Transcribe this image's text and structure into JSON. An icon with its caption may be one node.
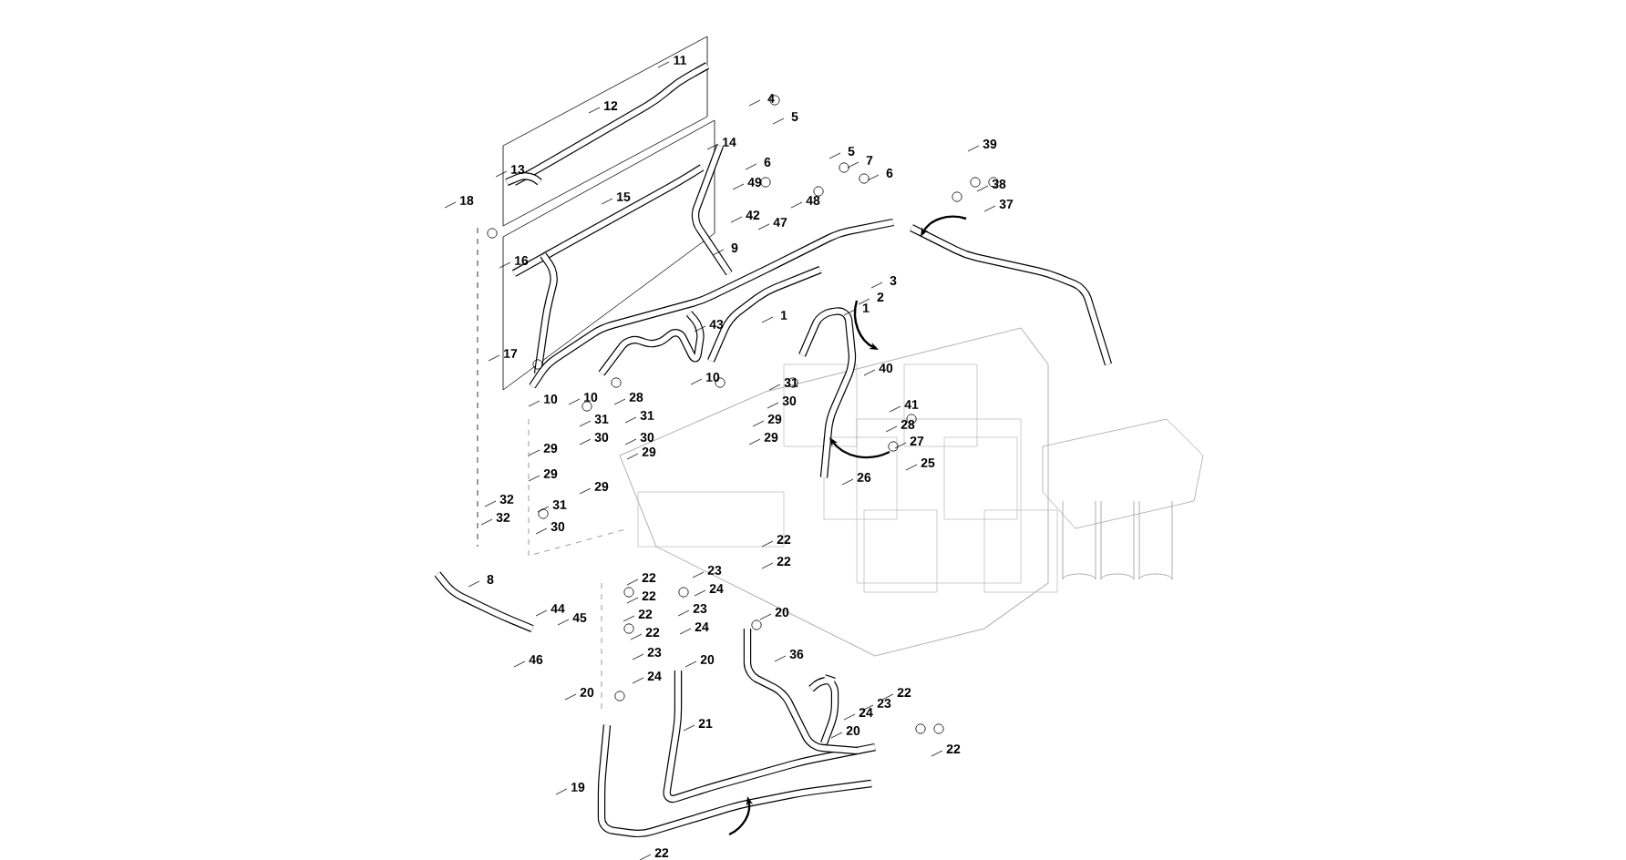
{
  "diagram": {
    "labels": [
      "11",
      "12",
      "4",
      "5",
      "14",
      "6",
      "5",
      "7",
      "6",
      "13",
      "49",
      "48",
      "15",
      "18",
      "42",
      "47",
      "39",
      "38",
      "37",
      "16",
      "9",
      "3",
      "2",
      "1",
      "1",
      "43",
      "17",
      "40",
      "10",
      "10",
      "28",
      "10",
      "31",
      "30",
      "41",
      "31",
      "31",
      "28",
      "30",
      "30",
      "29",
      "27",
      "29",
      "29",
      "29",
      "25",
      "29",
      "29",
      "26",
      "32",
      "31",
      "32",
      "30",
      "8",
      "22",
      "22",
      "23",
      "22",
      "24",
      "22",
      "23",
      "44",
      "45",
      "20",
      "22",
      "24",
      "22",
      "46",
      "23",
      "20",
      "24",
      "20",
      "36",
      "22",
      "23",
      "24",
      "21",
      "20",
      "22",
      "19",
      "22"
    ]
  }
}
